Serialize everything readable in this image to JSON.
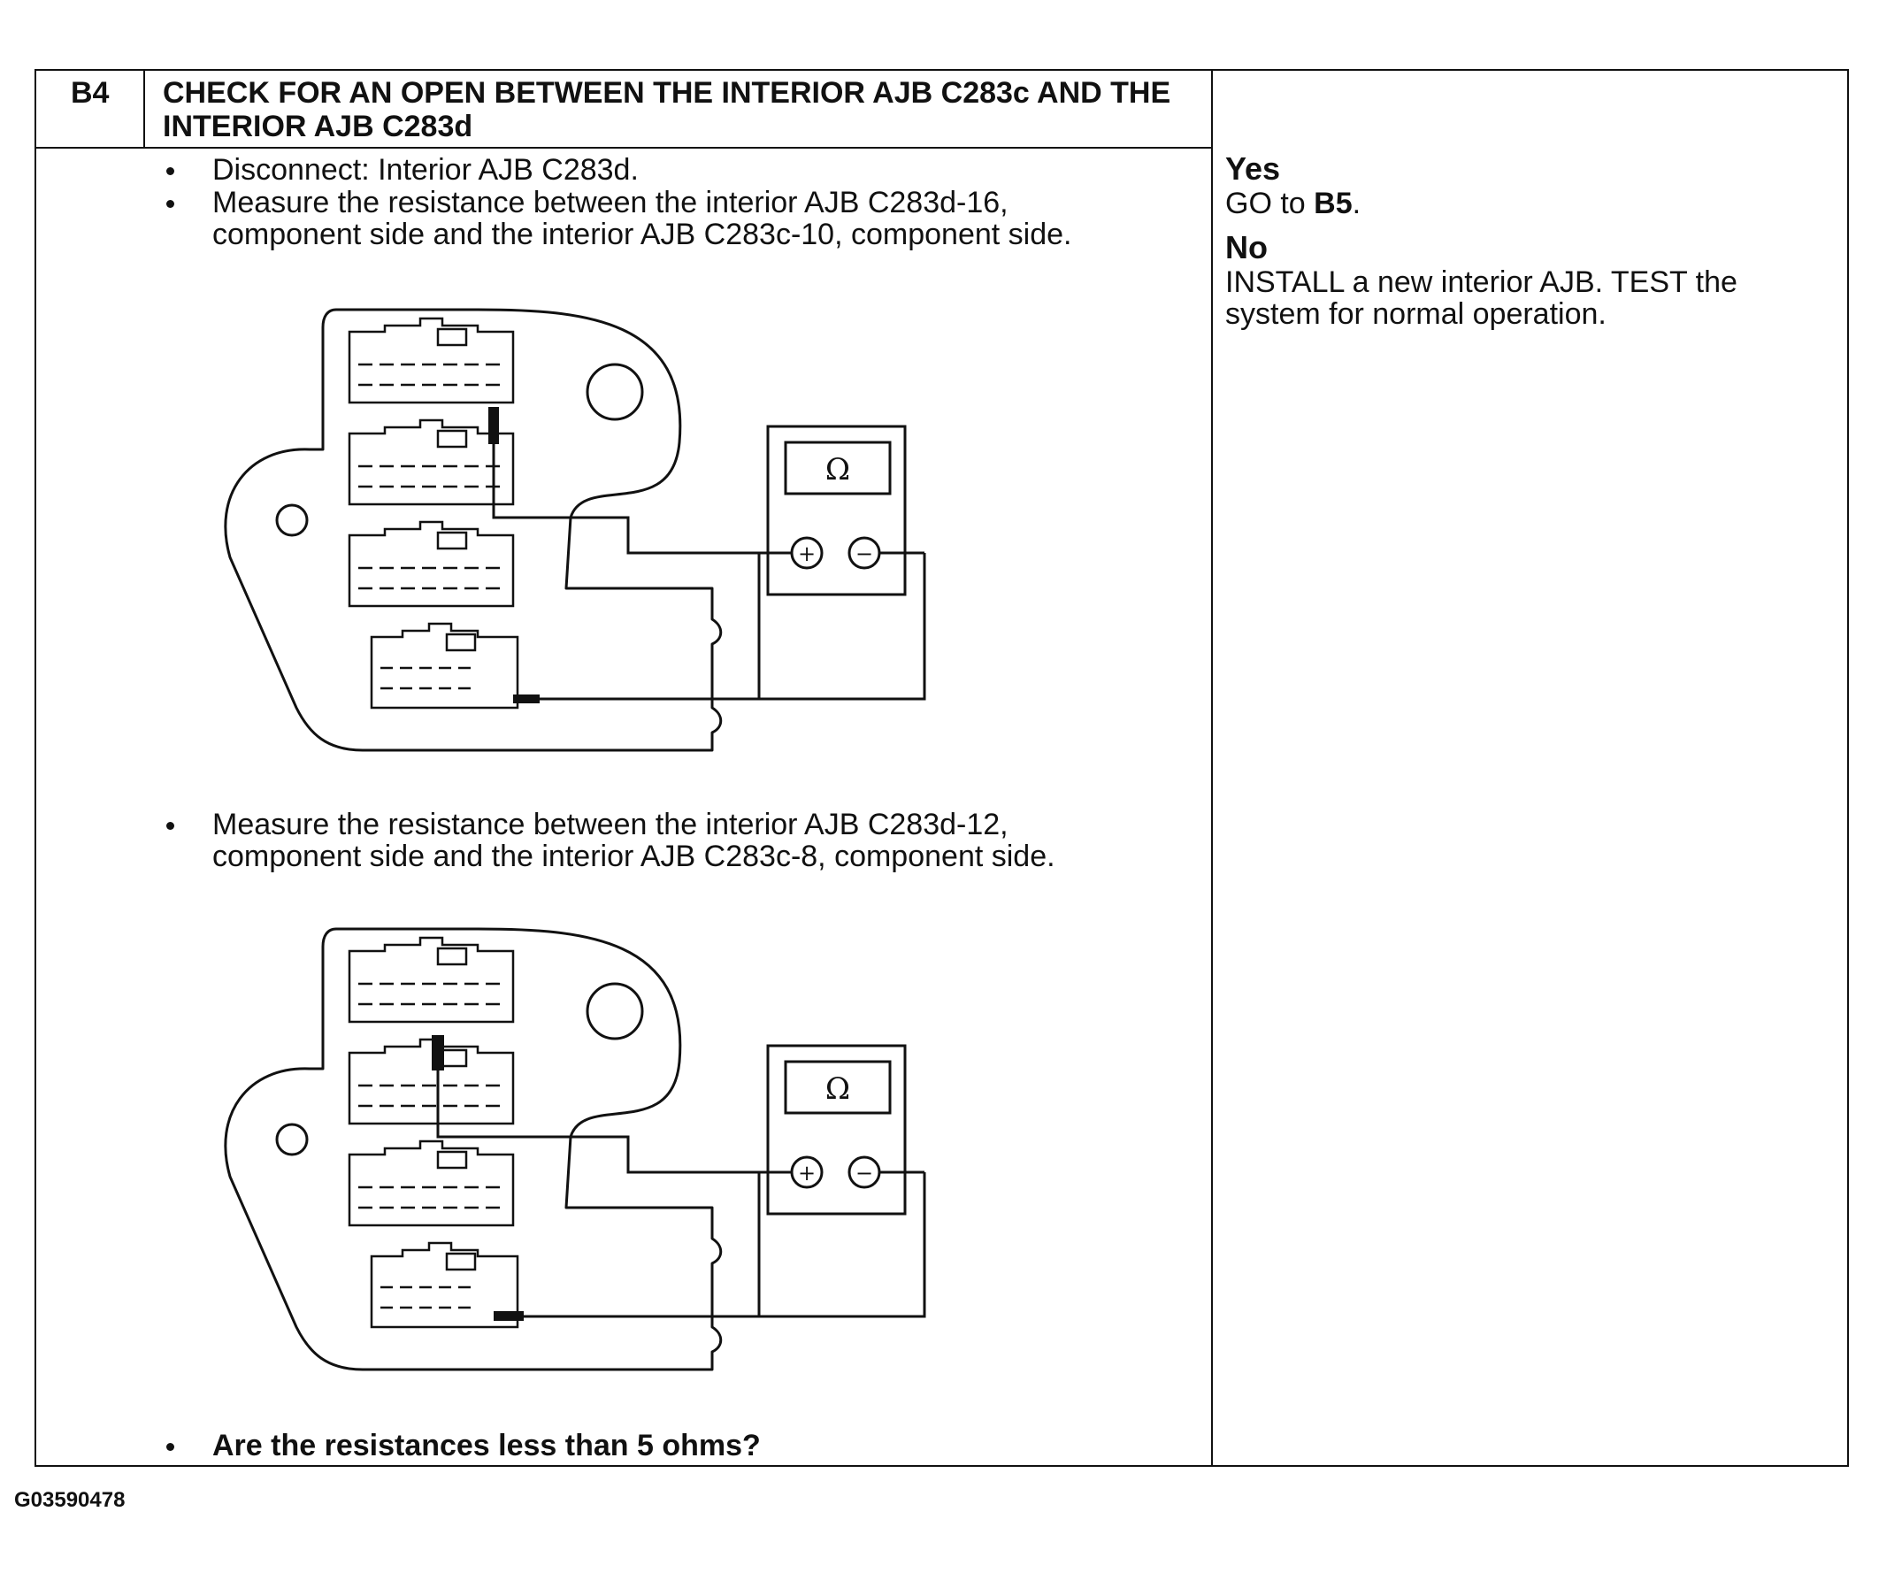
{
  "step": {
    "id": "B4",
    "title": "CHECK FOR AN OPEN BETWEEN THE INTERIOR AJB C283c AND THE INTERIOR AJB C283d"
  },
  "instructions": {
    "item1": "Disconnect: Interior AJB C283d.",
    "item2": "Measure the resistance between the interior AJB C283d-16,\ncomponent side and the interior AJB C283c-10, component side.",
    "item3": "Measure the resistance between the interior AJB C283d-12,\ncomponent side and the interior AJB C283c-8, component side.",
    "question": "Are the resistances less than 5 ohms?"
  },
  "results": {
    "yes_label": "Yes",
    "yes_action_prefix": "GO to ",
    "yes_action_target": "B5",
    "yes_action_suffix": ".",
    "no_label": "No",
    "no_action": "INSTALL a new interior AJB. TEST the system for normal operation."
  },
  "diagram": {
    "meter_symbol": "Ω",
    "plus_symbol": "+",
    "minus_symbol": "−"
  },
  "figure_code": "G03590478"
}
